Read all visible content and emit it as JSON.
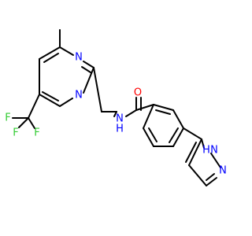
{
  "molecule": {
    "atoms": {
      "n1": "N",
      "n2": "N",
      "f1": "F",
      "f2": "F",
      "f3": "F",
      "nh_amide": "N",
      "h_amide": "H",
      "o": "O",
      "nh_pyrazole": "N",
      "h_pyrazole": "H",
      "n_pyrazole": "N"
    },
    "colors": {
      "bond": "#000000",
      "nitrogen": "#0000ff",
      "oxygen": "#ff0000",
      "fluorine": "#33cc33"
    }
  }
}
